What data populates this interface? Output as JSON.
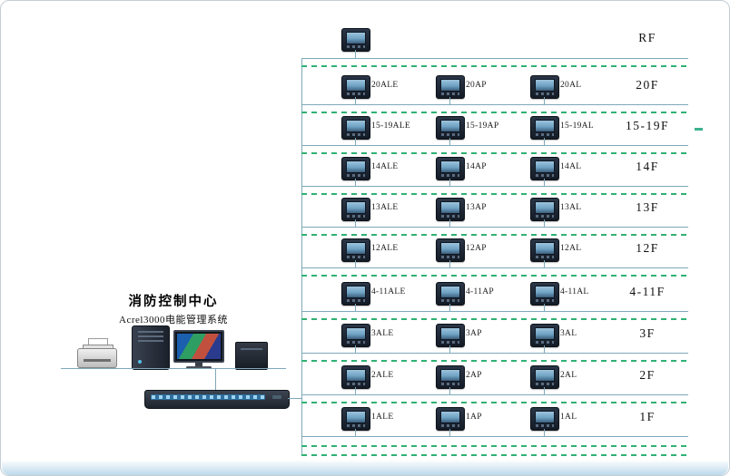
{
  "control_center": {
    "title": "消防控制中心",
    "subtitle": "Acrel3000电能管理系统",
    "equipment": [
      "printer",
      "server-tower",
      "monitor",
      "ups-box",
      "network-switch"
    ]
  },
  "floors": [
    {
      "label": "RF",
      "devices": [
        ""
      ]
    },
    {
      "label": "20F",
      "devices": [
        "20ALE",
        "20AP",
        "20AL"
      ]
    },
    {
      "label": "15-19F",
      "devices": [
        "15-19ALE",
        "15-19AP",
        "15-19AL"
      ]
    },
    {
      "label": "14F",
      "devices": [
        "14ALE",
        "14AP",
        "14AL"
      ]
    },
    {
      "label": "13F",
      "devices": [
        "13ALE",
        "13AP",
        "13AL"
      ]
    },
    {
      "label": "12F",
      "devices": [
        "12ALE",
        "12AP",
        "12AL"
      ]
    },
    {
      "label": "4-11F",
      "devices": [
        "4-11ALE",
        "4-11AP",
        "4-11AL"
      ]
    },
    {
      "label": "3F",
      "devices": [
        "3ALE",
        "3AP",
        "3AL"
      ]
    },
    {
      "label": "2F",
      "devices": [
        "2ALE",
        "2AP",
        "2AL"
      ]
    },
    {
      "label": "1F",
      "devices": [
        "1ALE",
        "1AP",
        "1AL"
      ]
    }
  ],
  "colors": {
    "bus_line": "#7fa8ba",
    "dashed_line": "#2fb173",
    "device_body": "#1c2531",
    "device_screen": "#6fa3c4",
    "bottom_band": "#bcd9ec"
  }
}
